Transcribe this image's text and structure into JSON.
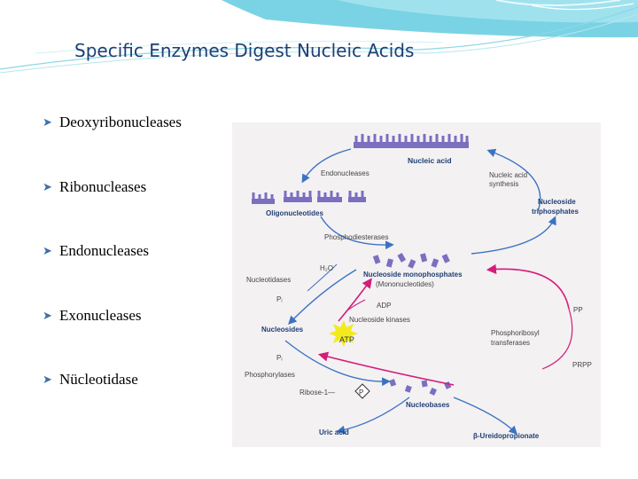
{
  "slide": {
    "title": "Specific Enzymes Digest Nucleic Acids",
    "bullets": [
      "Deoxyribonucleases",
      "Ribonucleases",
      "Endonucleases",
      "Exonucleases",
      "Nücleotidase"
    ]
  },
  "figure": {
    "nucleic_acid": "Nucleic acid",
    "endonucleases": "Endonucleases",
    "nucleic_acid_synthesis_1": "Nucleic acid",
    "nucleic_acid_synthesis_2": "synthesis",
    "oligonucleotides": "Oligonucleotides",
    "nucleoside_triphosphates_1": "Nucleoside",
    "nucleoside_triphosphates_2": "triphosphates",
    "phosphodiesterases": "Phosphodiesterases",
    "h2o": "H₂O",
    "nucleotidases": "Nucleotidases",
    "nucleoside_monophosphates": "Nucleoside monophosphates",
    "mononucleotides": "(Mononucleotides)",
    "pi_1": "Pᵢ",
    "adp": "ADP",
    "nucleoside_kinases": "Nucleoside kinases",
    "nucleosides": "Nucleosides",
    "atp": "ATP",
    "pp": "PP",
    "phosphoribosyl_1": "Phosphoribosyl",
    "phosphoribosyl_2": "transferases",
    "pi_2": "Pᵢ",
    "phosphorylases": "Phosphorylases",
    "prpp": "PRPP",
    "ribose1": "Ribose-1—",
    "p_circle": "P",
    "nucleobases": "Nucleobases",
    "uric_acid": "Uric acid",
    "ureidopropionate": "β-Ureidopropionate"
  },
  "colors": {
    "title": "#1f3f73",
    "bullet_marker": "#3a72a8",
    "figure_background": "#f4f1f3",
    "molecule": "#7b6fc0",
    "blue_arrow": "#3b73c2",
    "magenta_arrow": "#d41d78",
    "atp_burst": "#f3ea1e",
    "header_teal": "#7ad3e4"
  },
  "icons": [
    "bullet-arrow-icon",
    "atp-burst-icon",
    "phosphate-diamond-icon"
  ]
}
